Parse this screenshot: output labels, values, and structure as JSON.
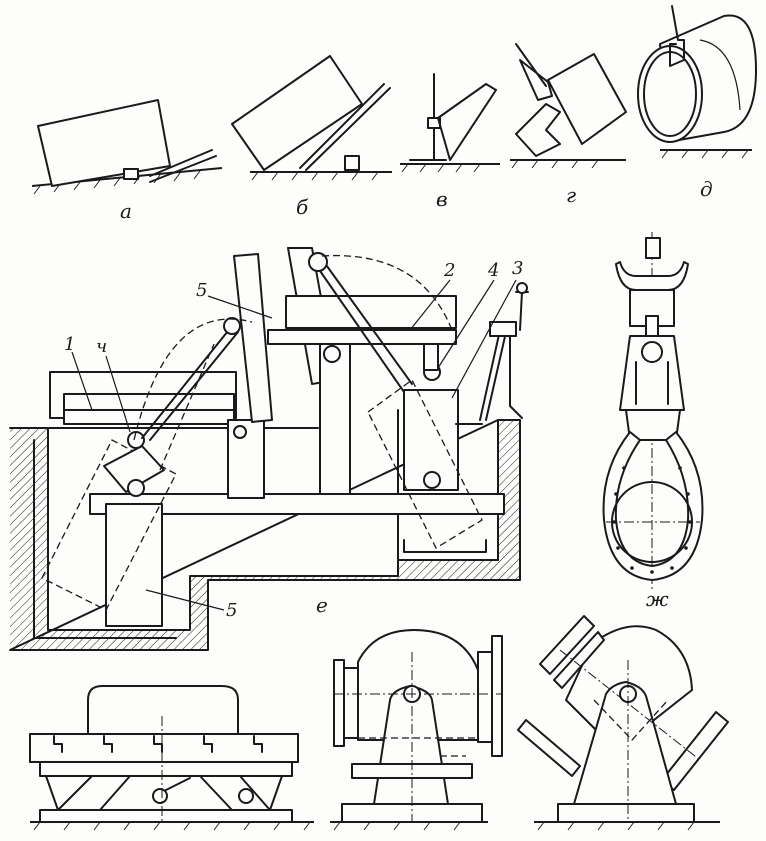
{
  "figure_labels": {
    "a": "а",
    "b": "б",
    "v": "в",
    "g": "г",
    "d": "д",
    "e": "е",
    "zh": "ж"
  },
  "callouts": {
    "c1": "1",
    "c2": "2",
    "c3": "3",
    "c4": "4",
    "c4b": "ч",
    "c5top": "5",
    "c5bottom": "5"
  }
}
